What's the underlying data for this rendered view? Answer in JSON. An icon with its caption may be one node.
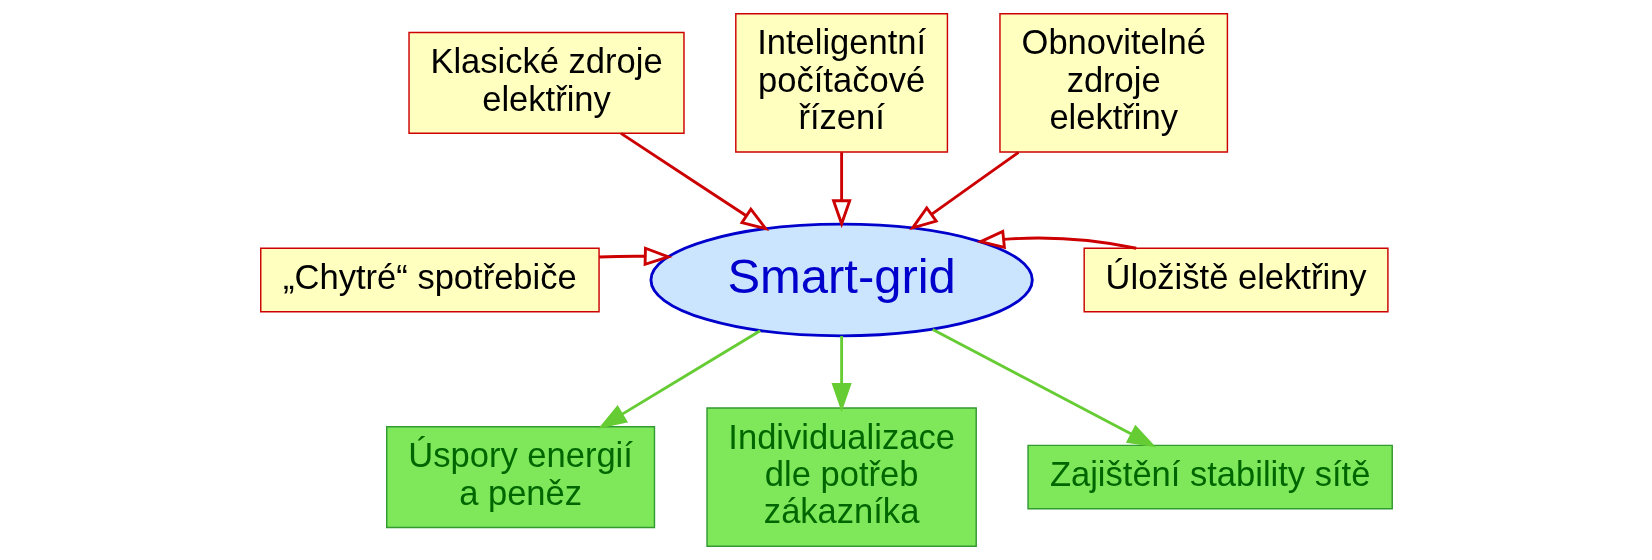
{
  "diagram": {
    "nodes": [
      {
        "text": [
          "Klasické zdroje elektřiny"
        ]
      },
      {
        "text": [
          "Inteligentní počítačové řízení"
        ]
      },
      {
        "text": [
          "Obnovitelné zdroje elektřiny"
        ]
      },
      {
        "text": [
          "„Chytré“ spotřebiče"
        ]
      },
      {
        "text": [
          "Smart-grid"
        ]
      },
      {
        "text": [
          "Úložiště elektřiny"
        ]
      },
      {
        "text": [
          "Úspory energií a peněz"
        ]
      },
      {
        "text": [
          "Individualizace dle potřeb zákazníka"
        ]
      },
      {
        "text": [
          "Zajištění stability sítě"
        ]
      }
    ],
    "edges": [
      {
        "from": 0,
        "to": 4,
        "arrow": "to"
      },
      {
        "from": 1,
        "to": 4,
        "arrow": "to"
      },
      {
        "from": 2,
        "to": 4,
        "arrow": "to"
      },
      {
        "from": 3,
        "to": 4,
        "arrow": "to"
      },
      {
        "from": 5,
        "to": 4,
        "arrow": "to"
      },
      {
        "from": 4,
        "to": 6,
        "arrow": "to",
        "color": "#66cc33"
      },
      {
        "from": 4,
        "to": 7,
        "arrow": "to",
        "color": "#66cc33"
      },
      {
        "from": 4,
        "to": 8,
        "arrow": "to",
        "color": "#66cc33"
      }
    ]
  }
}
